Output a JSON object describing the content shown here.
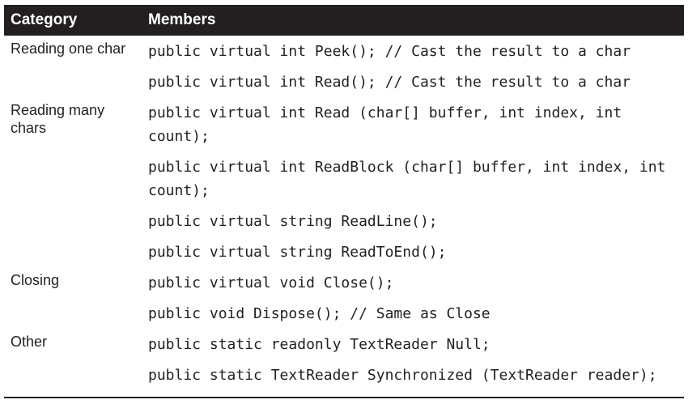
{
  "table": {
    "headers": {
      "category": "Category",
      "members": "Members"
    },
    "rows": [
      {
        "category": "Reading one char",
        "member": "public virtual int Peek(); // Cast the result to a char"
      },
      {
        "category": "",
        "member": "public virtual int Read(); // Cast the result to a char"
      },
      {
        "category": "Reading many chars",
        "member": "public virtual int Read (char[] buffer, int index, int count);"
      },
      {
        "category": "",
        "member": "public virtual int ReadBlock (char[] buffer, int index, int count);"
      },
      {
        "category": "",
        "member": "public virtual string ReadLine();"
      },
      {
        "category": "",
        "member": "public virtual string ReadToEnd();"
      },
      {
        "category": "Closing",
        "member": "public virtual void Close();"
      },
      {
        "category": "",
        "member": "public void Dispose(); // Same as Close"
      },
      {
        "category": "Other",
        "member": "public static readonly TextReader Null;"
      },
      {
        "category": "",
        "member": "public static TextReader Synchronized (TextReader reader);"
      }
    ]
  }
}
